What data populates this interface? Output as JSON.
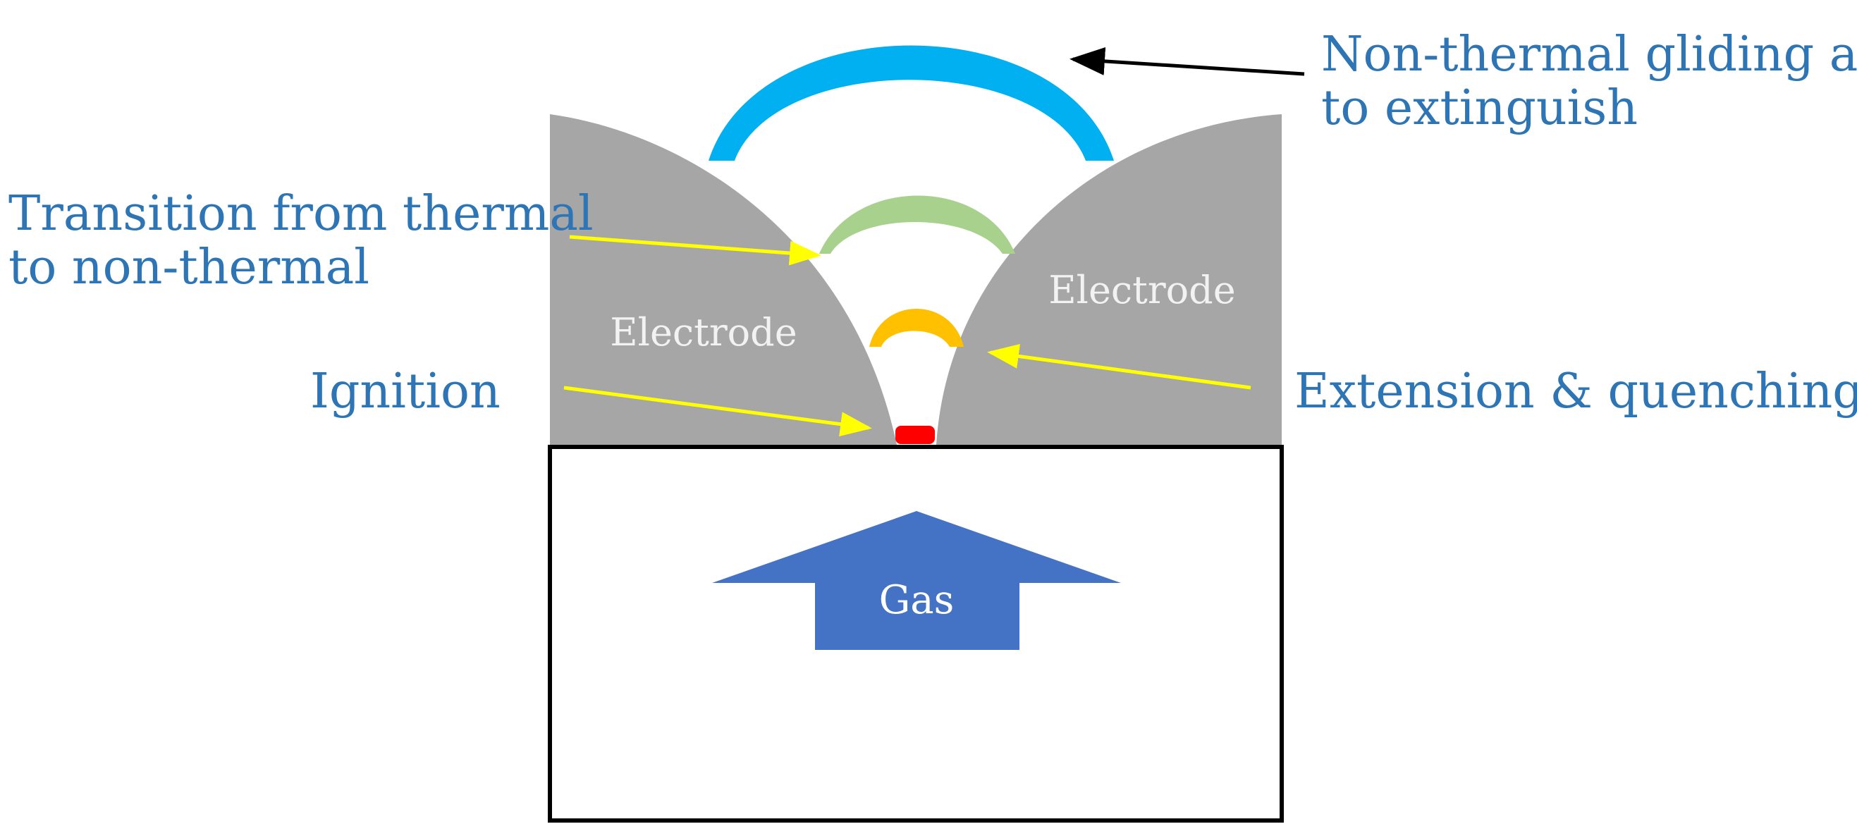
{
  "colors": {
    "electrode": "#a6a6a6",
    "arc_extinguish": "#00b0f0",
    "arc_transition": "#a9d18e",
    "arc_extension": "#ffc000",
    "arc_ignition": "#ff0000",
    "gas_arrow": "#4472c4",
    "label_text": "#2e75b6",
    "pointer_yellow": "#ffff00",
    "pointer_black": "#000000",
    "electrode_text": "#f2f2f2"
  },
  "labels": {
    "arc_extinguish_line1": "Non-thermal gliding arc",
    "arc_extinguish_line2": "to extinguish",
    "transition_line1": "Transition from thermal",
    "transition_line2": "to non-thermal",
    "ignition": "Ignition",
    "extension": "Extension & quenching",
    "electrode_left": "Electrode",
    "electrode_right": "Electrode",
    "gas": "Gas"
  },
  "icons": {
    "gas_flow": "arrow-up-icon"
  }
}
